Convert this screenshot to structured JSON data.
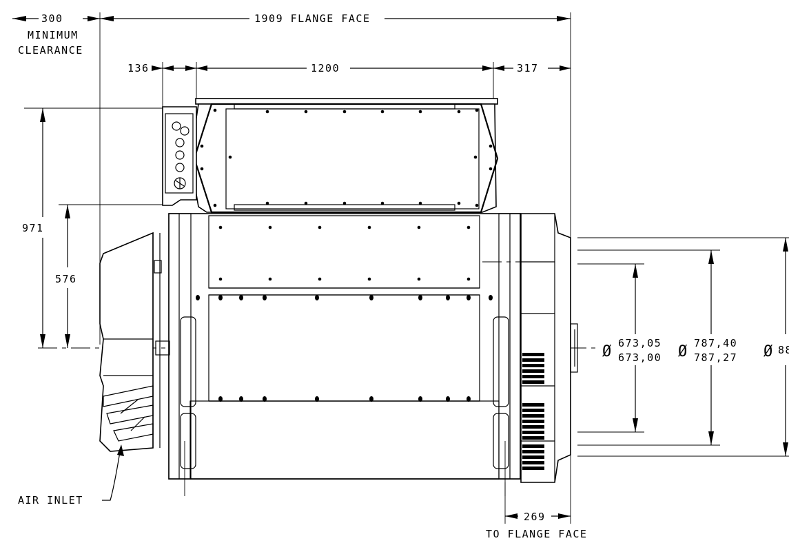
{
  "dimensions": {
    "clearance_value": "300",
    "clearance_line1": "MINIMUM",
    "clearance_line2": "CLEARANCE",
    "flange_face_overall": "1909 FLANGE FACE",
    "left_offset": "136",
    "mid_span": "1200",
    "right_offset": "317",
    "height_total": "971",
    "height_center": "576",
    "dia1_upper": "673,05",
    "dia1_lower": "673,00",
    "dia2_upper": "787,40",
    "dia2_lower": "787,27",
    "dia3_partial": "88",
    "bottom_value": "269",
    "bottom_label": "TO FLANGE FACE"
  },
  "labels": {
    "air_inlet": "AIR INLET",
    "diameter_symbol": "Ø"
  }
}
